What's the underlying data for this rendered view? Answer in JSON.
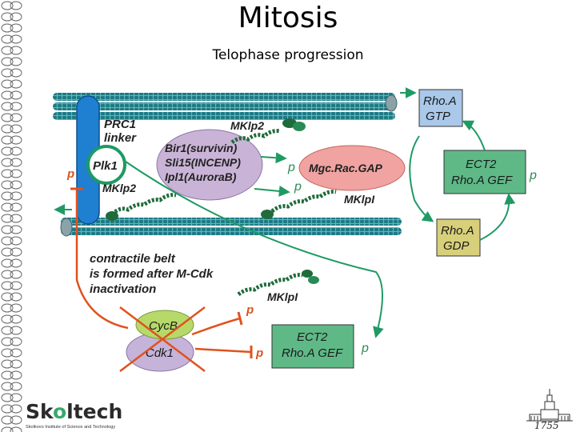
{
  "title": "Mitosis",
  "subtitle": "Telophase progression",
  "labels": {
    "prc1": "PRC1",
    "linker": "linker",
    "plk1": "Plk1",
    "mklp2_top": "MKlp2",
    "mklp2_bottom": "MKlp2",
    "cpc_line1": "Bir1(survivin)",
    "cpc_line2": "Sli15(INCENP)",
    "cpc_line3": "Ipl1(AuroraB)",
    "mgcracgap": "Mgc.Rac.GAP",
    "mklp1_mid": "MKlpI",
    "mklp1_low": "MKlpI",
    "rhoa_gtp_1": "Rho.A",
    "rhoa_gtp_2": "GTP",
    "rhoa_gdp_1": "Rho.A",
    "rhoa_gdp_2": "GDP",
    "ect2_right_1": "ECT2",
    "ect2_right_2": "Rho.A GEF",
    "ect2_bottom_1": "ECT2",
    "ect2_bottom_2": "Rho.A GEF",
    "contractile_1": "contractile belt",
    "contractile_2": "is formed after M-Cdk",
    "contractile_3": "inactivation",
    "cycb": "CycB",
    "cdk1": "Cdk1",
    "p": "p"
  },
  "logo": {
    "name_a": "Sk",
    "name_o": "o",
    "name_b": "ltech",
    "tagline": "Skolkovo Institute of Science and Technology"
  },
  "year": "1755",
  "colors": {
    "microtubule": "#2f9aa3",
    "prc1": "#1f7fd0",
    "cpc": "#c9b3d6",
    "mgcracgap": "#f0a3a0",
    "rhoa_gtp": "#a9c8ea",
    "rhoa_gdp": "#d8cf7a",
    "ect2": "#5fb987",
    "cycb": "#b6d96a",
    "cdk1": "#c6b3d9",
    "arrow_green": "#1e9a63",
    "inhibit_red": "#e0521e",
    "motor": "#1f6b3a"
  }
}
